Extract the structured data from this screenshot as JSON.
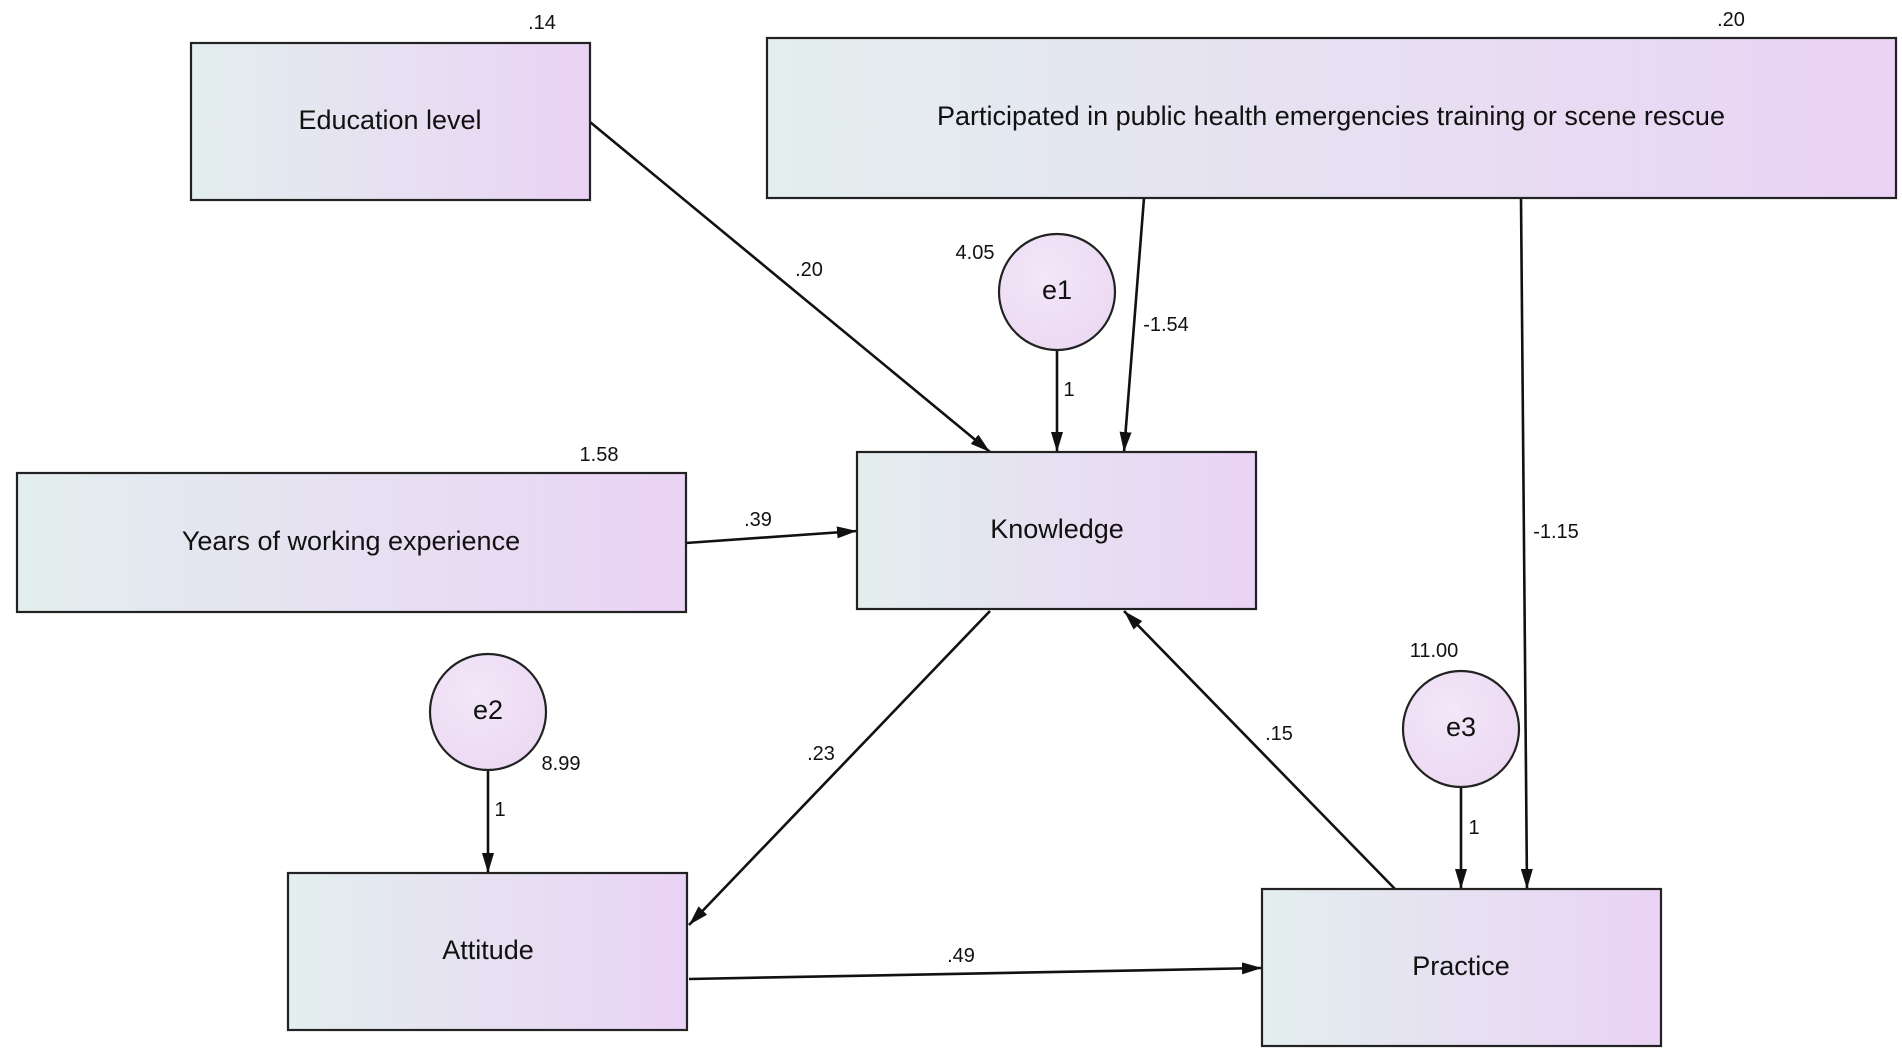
{
  "colors": {
    "box_left": "#e3eeee",
    "box_right": "#ead3f5",
    "circle_fill": "#ebd7f2",
    "stroke": "#222222"
  },
  "nodes": {
    "education": {
      "label": "Education level",
      "value": ".14"
    },
    "training": {
      "label": "Participated in public health emergencies training or scene rescue",
      "value": ".20"
    },
    "years": {
      "label": "Years of working experience",
      "value": "1.58"
    },
    "knowledge": {
      "label": "Knowledge"
    },
    "attitude": {
      "label": "Attitude"
    },
    "practice": {
      "label": "Practice"
    },
    "e1": {
      "label": "e1",
      "value": "4.05"
    },
    "e2": {
      "label": "e2",
      "value": "8.99"
    },
    "e3": {
      "label": "e3",
      "value": "11.00"
    }
  },
  "edges": {
    "education_knowledge": ".20",
    "training_knowledge": "-1.54",
    "training_practice": "-1.15",
    "years_knowledge": ".39",
    "e1_knowledge": "1",
    "knowledge_attitude": ".23",
    "practice_knowledge": ".15",
    "e2_attitude": "1",
    "e3_practice": "1",
    "attitude_practice": ".49"
  }
}
